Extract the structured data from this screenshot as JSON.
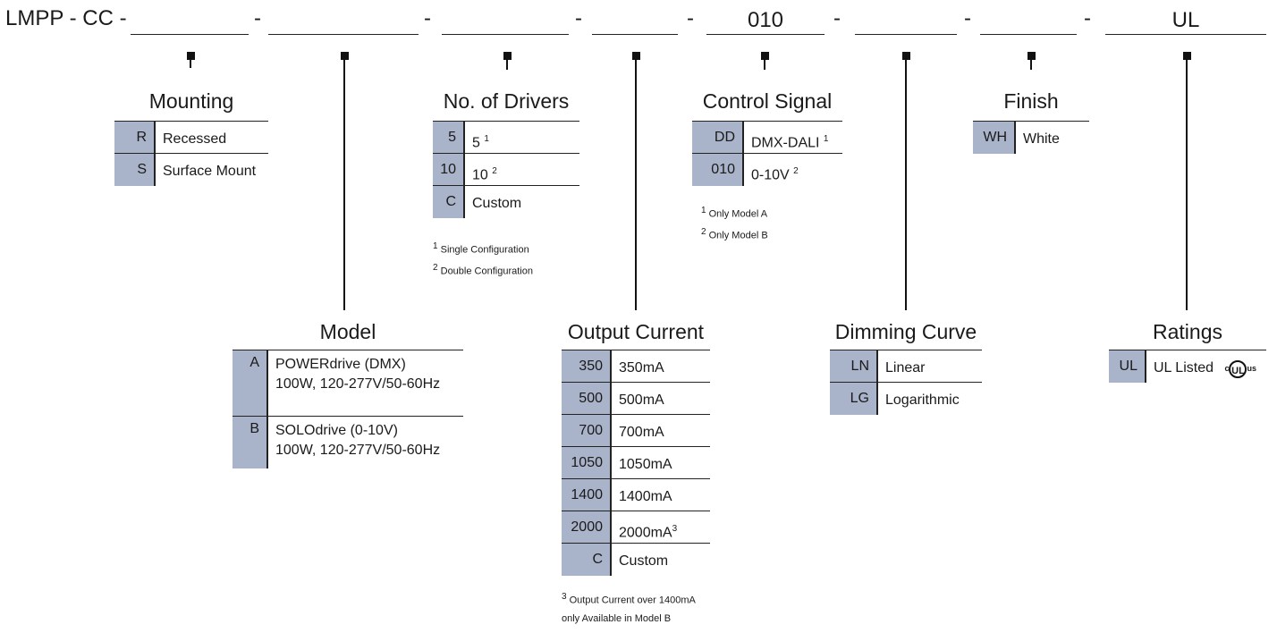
{
  "header": {
    "prefix": "LMPP - CC -",
    "separator": "-",
    "blanks": [
      "",
      "",
      "",
      "",
      "010",
      "",
      "",
      "UL"
    ]
  },
  "mounting": {
    "title": "Mounting",
    "rows": [
      {
        "code": "R",
        "desc": "Recessed"
      },
      {
        "code": "S",
        "desc": "Surface Mount"
      }
    ]
  },
  "model": {
    "title": "Model",
    "rows": [
      {
        "code": "A",
        "line1": "POWERdrive (DMX)",
        "line2": "100W, 120-277V/50-60Hz"
      },
      {
        "code": "B",
        "line1": "SOLOdrive (0-10V)",
        "line2": "100W, 120-277V/50-60Hz"
      }
    ]
  },
  "drivers": {
    "title": "No. of Drivers",
    "rows": [
      {
        "code": "5",
        "desc": "5",
        "sup": "1"
      },
      {
        "code": "10",
        "desc": "10",
        "sup": "2"
      },
      {
        "code": "C",
        "desc": "Custom",
        "sup": ""
      }
    ],
    "notes": [
      {
        "sup": "1",
        "text": "Single Configuration"
      },
      {
        "sup": "2",
        "text": "Double Configuration"
      }
    ]
  },
  "output": {
    "title": "Output Current",
    "rows": [
      {
        "code": "350",
        "desc": "350mA",
        "sup": ""
      },
      {
        "code": "500",
        "desc": "500mA",
        "sup": ""
      },
      {
        "code": "700",
        "desc": "700mA",
        "sup": ""
      },
      {
        "code": "1050",
        "desc": "1050mA",
        "sup": ""
      },
      {
        "code": "1400",
        "desc": "1400mA",
        "sup": ""
      },
      {
        "code": "2000",
        "desc": "2000mA",
        "sup": "3"
      },
      {
        "code": "C",
        "desc": "Custom",
        "sup": ""
      }
    ],
    "notes": [
      {
        "sup": "3",
        "text": "Output Current over 1400mA"
      },
      {
        "sup": "",
        "text": "only Available in Model B"
      }
    ]
  },
  "control": {
    "title": "Control Signal",
    "rows": [
      {
        "code": "DD",
        "desc": "DMX-DALI",
        "sup": "1"
      },
      {
        "code": "010",
        "desc": "0-10V",
        "sup": "2"
      }
    ],
    "notes": [
      {
        "sup": "1",
        "text": "Only Model A"
      },
      {
        "sup": "2",
        "text": "Only Model B"
      }
    ]
  },
  "dimming": {
    "title": "Dimming Curve",
    "rows": [
      {
        "code": "LN",
        "desc": "Linear"
      },
      {
        "code": "LG",
        "desc": "Logarithmic"
      }
    ]
  },
  "finish": {
    "title": "Finish",
    "rows": [
      {
        "code": "WH",
        "desc": "White"
      }
    ]
  },
  "ratings": {
    "title": "Ratings",
    "rows": [
      {
        "code": "UL",
        "desc": "UL Listed"
      }
    ],
    "logo": {
      "c": "c",
      "ul": "UL",
      "us": "us"
    }
  }
}
